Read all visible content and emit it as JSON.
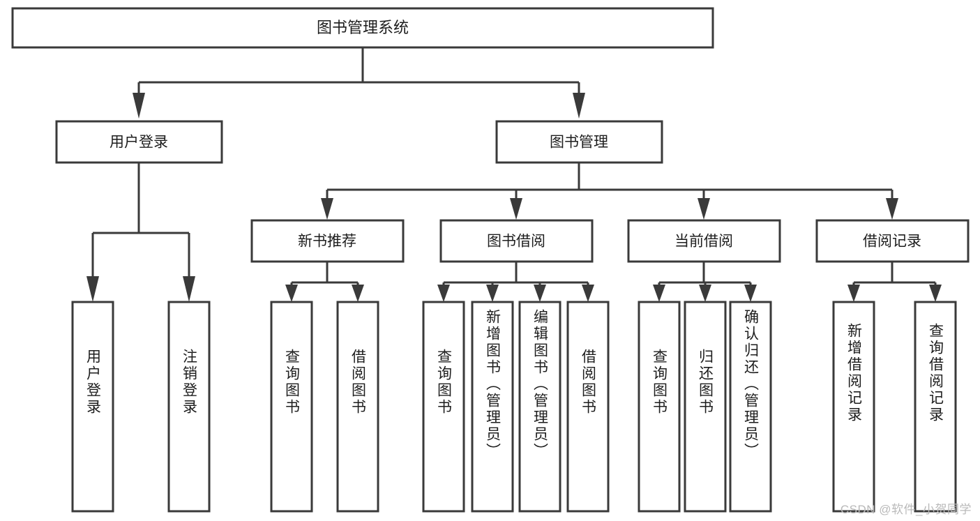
{
  "diagram": {
    "kind": "function-structure-tree",
    "orientation": "top-down",
    "watermark": "CSDN @软件_小贺同学",
    "colors": {
      "stroke": "#3a3a3a",
      "fill": "#ffffff",
      "text": "#1d1d1d",
      "watermark": "#b9b9b9"
    },
    "levels": [
      {
        "level": 0,
        "nodes": [
          {
            "id": "root",
            "label": "图书管理系统",
            "text_direction": "horizontal"
          }
        ]
      },
      {
        "level": 1,
        "nodes": [
          {
            "id": "login",
            "label": "用户登录",
            "text_direction": "horizontal",
            "parent": "root"
          },
          {
            "id": "bookmgmt",
            "label": "图书管理",
            "text_direction": "horizontal",
            "parent": "root"
          }
        ]
      },
      {
        "level": 2,
        "nodes": [
          {
            "id": "newrec",
            "label": "新书推荐",
            "text_direction": "horizontal",
            "parent": "bookmgmt"
          },
          {
            "id": "borrow",
            "label": "图书借阅",
            "text_direction": "horizontal",
            "parent": "bookmgmt"
          },
          {
            "id": "current",
            "label": "当前借阅",
            "text_direction": "horizontal",
            "parent": "bookmgmt"
          },
          {
            "id": "records",
            "label": "借阅记录",
            "text_direction": "horizontal",
            "parent": "bookmgmt"
          }
        ]
      },
      {
        "level": 3,
        "nodes": [
          {
            "id": "leaf-1",
            "label": "用户登录",
            "text_direction": "vertical",
            "parent": "login"
          },
          {
            "id": "leaf-2",
            "label": "注销登录",
            "text_direction": "vertical",
            "parent": "login"
          },
          {
            "id": "leaf-3",
            "label": "查询图书",
            "text_direction": "vertical",
            "parent": "newrec"
          },
          {
            "id": "leaf-4",
            "label": "借阅图书",
            "text_direction": "vertical",
            "parent": "newrec"
          },
          {
            "id": "leaf-5",
            "label": "查询图书",
            "text_direction": "vertical",
            "parent": "borrow"
          },
          {
            "id": "leaf-6",
            "label": "新增图书（管理员）",
            "text_direction": "vertical",
            "parent": "borrow"
          },
          {
            "id": "leaf-7",
            "label": "编辑图书（管理员）",
            "text_direction": "vertical",
            "parent": "borrow"
          },
          {
            "id": "leaf-8",
            "label": "借阅图书",
            "text_direction": "vertical",
            "parent": "borrow"
          },
          {
            "id": "leaf-9",
            "label": "查询图书",
            "text_direction": "vertical",
            "parent": "current"
          },
          {
            "id": "leaf-10",
            "label": "归还图书",
            "text_direction": "vertical",
            "parent": "current"
          },
          {
            "id": "leaf-11",
            "label": "确认归还（管理员）",
            "text_direction": "vertical",
            "parent": "current"
          },
          {
            "id": "leaf-12",
            "label": "新增借阅记录",
            "text_direction": "vertical",
            "parent": "records"
          },
          {
            "id": "leaf-13",
            "label": "查询借阅记录",
            "text_direction": "vertical",
            "parent": "records"
          }
        ]
      }
    ]
  }
}
